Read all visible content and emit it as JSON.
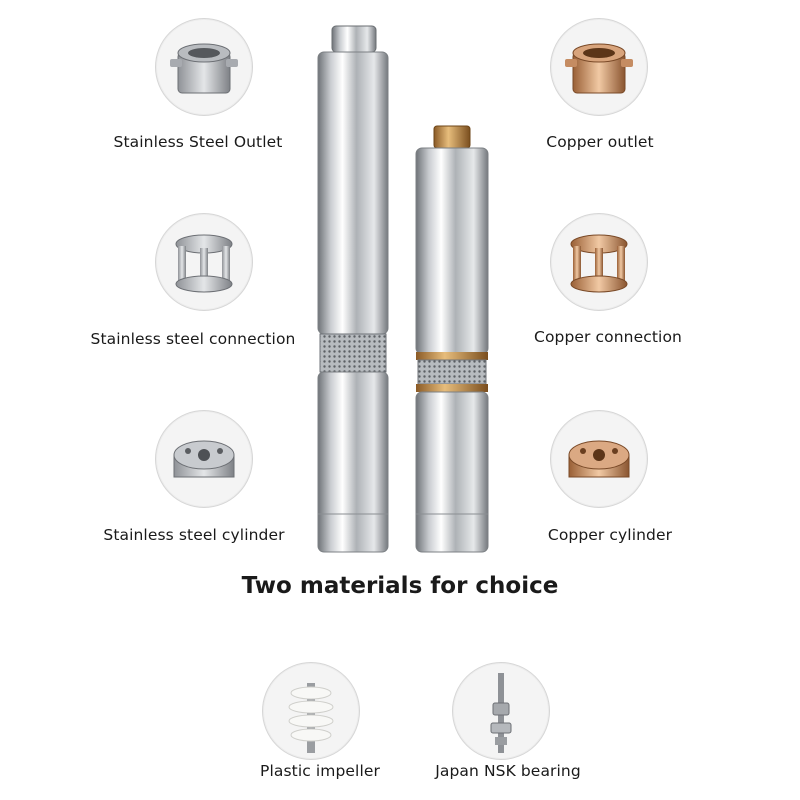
{
  "headline": "Two materials for choice",
  "left_parts": [
    {
      "label": "Stainless Steel Outlet",
      "icon": "stainless-outlet-icon"
    },
    {
      "label": "Stainless steel connection",
      "icon": "stainless-connection-icon"
    },
    {
      "label": "Stainless steel cylinder",
      "icon": "stainless-cylinder-icon"
    }
  ],
  "right_parts": [
    {
      "label": "Copper outlet",
      "icon": "copper-outlet-icon"
    },
    {
      "label": "Copper connection",
      "icon": "copper-connection-icon"
    },
    {
      "label": "Copper cylinder",
      "icon": "copper-cylinder-icon"
    }
  ],
  "bottom_parts": [
    {
      "label": "Plastic impeller",
      "icon": "plastic-impeller-icon"
    },
    {
      "label": "Japan NSK bearing",
      "icon": "nsk-bearing-icon"
    }
  ],
  "colors": {
    "steel": "#c9ccd0",
    "copper": "#c89066",
    "brass": "#b8864a",
    "text": "#1a1a1a"
  }
}
